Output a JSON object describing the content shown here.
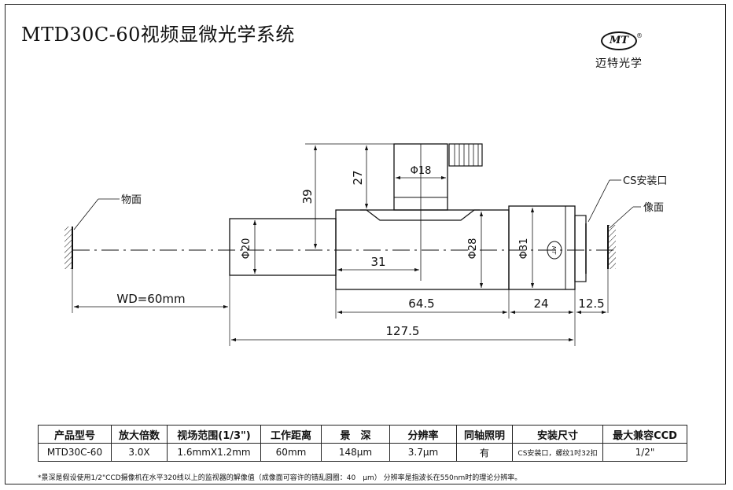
{
  "title": "MTD30C-60视频显微光学系统",
  "brand": {
    "logo_text": "MT",
    "registered_mark": "®",
    "name": "迈特光学"
  },
  "labels": {
    "object_plane": "物面",
    "image_plane": "像面",
    "cs_mount": "CS安装口",
    "lens_mark": "MT"
  },
  "dimensions": {
    "height_39": "39",
    "height_27": "27",
    "phi_18": "Φ18",
    "phi_20": "Φ20",
    "phi_28": "Φ28",
    "phi_31": "Φ31",
    "len_31": "31",
    "wd": "WD=60mm",
    "len_64_5": "64.5",
    "len_24": "24",
    "len_12_5": "12.5",
    "len_127_5": "127.5"
  },
  "spec_table": {
    "headers": [
      "产品型号",
      "放大倍数",
      "视场范围(1/3\")",
      "工作距离",
      "景　深",
      "分辨率",
      "同轴照明",
      "安装尺寸",
      "最大兼容CCD"
    ],
    "values": [
      "MTD30C-60",
      "3.0X",
      "1.6mmX1.2mm",
      "60mm",
      "148μm",
      "3.7μm",
      "有",
      "CS安装口，螺纹1吋32扣",
      "1/2\""
    ]
  },
  "footnote": "*景深是假设使用1/2\"CCD摄像机在水平320线以上的监视器的解像值（成像面可容许的错乱圆圈：40　μm） 分辨率是指波长在550nm时的理论分辨率。"
}
